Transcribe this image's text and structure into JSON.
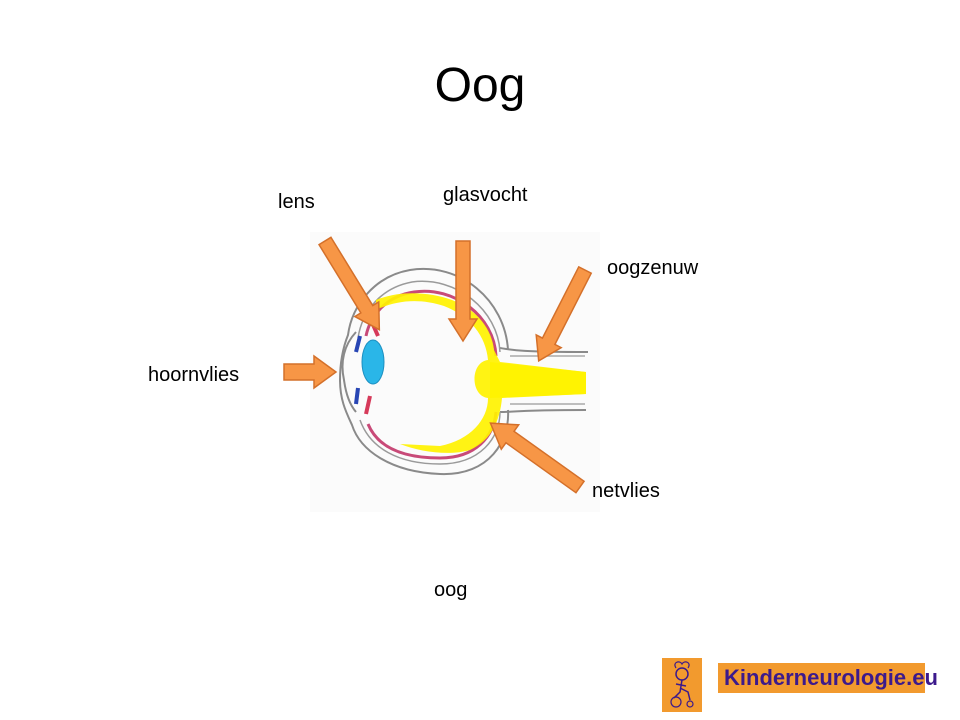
{
  "title": "Oog",
  "labels": {
    "lens": "lens",
    "glasvocht": "glasvocht",
    "oogzenuw": "oogzenuw",
    "hoornvlies": "hoornvlies",
    "netvlies": "netvlies"
  },
  "caption": "oog",
  "logo": {
    "text": "Kinderneurologie.eu"
  },
  "colors": {
    "arrow_fill": "#f79646",
    "arrow_stroke": "#d4702a",
    "vitreous": "#fff200",
    "lens": "#2ab6e8",
    "retina_red": "#d63a5a",
    "iris_blue": "#2846b4",
    "logo_orange": "#f29a2e",
    "logo_text": "#3c1a8c"
  }
}
